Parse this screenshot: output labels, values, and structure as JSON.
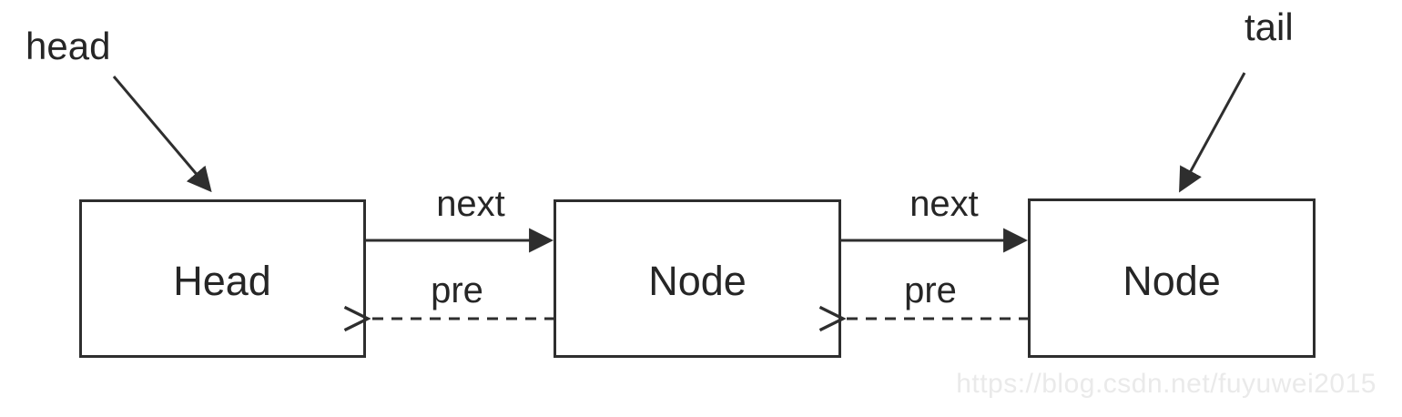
{
  "diagram": {
    "type": "doubly-linked-list",
    "colors": {
      "background": "#ffffff",
      "stroke": "#2e2e2e",
      "text": "#262626",
      "watermark": "#eaeaea"
    },
    "pointers": [
      {
        "id": "head",
        "label": "head"
      },
      {
        "id": "tail",
        "label": "tail"
      }
    ],
    "nodes": [
      {
        "id": "head-node",
        "label": "Head"
      },
      {
        "id": "middle-node",
        "label": "Node"
      },
      {
        "id": "tail-node",
        "label": "Node"
      }
    ],
    "edges": [
      {
        "from": "head-node",
        "to": "middle-node",
        "label": "next",
        "style": "solid"
      },
      {
        "from": "middle-node",
        "to": "head-node",
        "label": "pre",
        "style": "dashed"
      },
      {
        "from": "middle-node",
        "to": "tail-node",
        "label": "next",
        "style": "solid"
      },
      {
        "from": "tail-node",
        "to": "middle-node",
        "label": "pre",
        "style": "dashed"
      }
    ],
    "watermark": "https://blog.csdn.net/fuyuwei2015"
  }
}
